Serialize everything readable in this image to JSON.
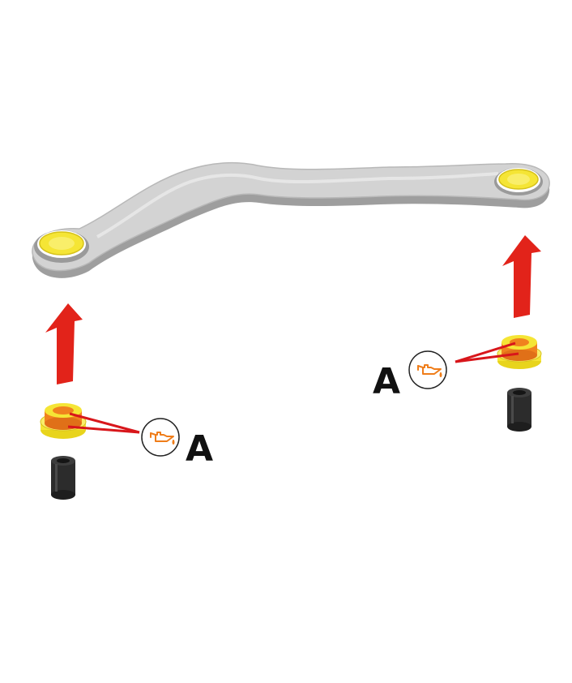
{
  "diagram": {
    "callouts": [
      {
        "letter": "A",
        "icon": "oil-can-icon",
        "meaning": "lubricate"
      },
      {
        "letter": "A",
        "icon": "oil-can-icon",
        "meaning": "lubricate"
      }
    ]
  },
  "colors": {
    "arm_fill": "#d3d3d3",
    "arm_shadow": "#9e9e9e",
    "bushing_yellow": "#f5e535",
    "bushing_orange": "#f0821e",
    "arrow_red": "#e2231a",
    "leader_red": "#d8161b",
    "tool_dark": "#2c2c2c",
    "icon_orange": "#ef7d1a"
  }
}
